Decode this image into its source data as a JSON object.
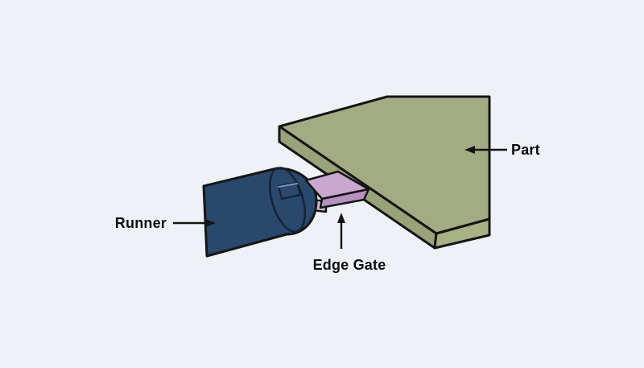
{
  "diagram": {
    "name": "edge-gate-injection-molding-diagram",
    "labels": {
      "runner": "Runner",
      "edge_gate": "Edge Gate",
      "part": "Part"
    },
    "colors": {
      "background": "#eef1f5",
      "part_top": "#a2ab83",
      "part_side_slant": "#99a279",
      "part_side_right": "#a8b186",
      "runner_body": "#2a486b",
      "runner_rim": "#122437",
      "runner_highlight": "#7e93ab",
      "gate_top": "#c8a8ce",
      "gate_front": "#b791c1",
      "gate_lip": "#d6bad9",
      "outline": "#151515",
      "arrow": "#141414",
      "label_text": "#0d0d0d"
    }
  }
}
